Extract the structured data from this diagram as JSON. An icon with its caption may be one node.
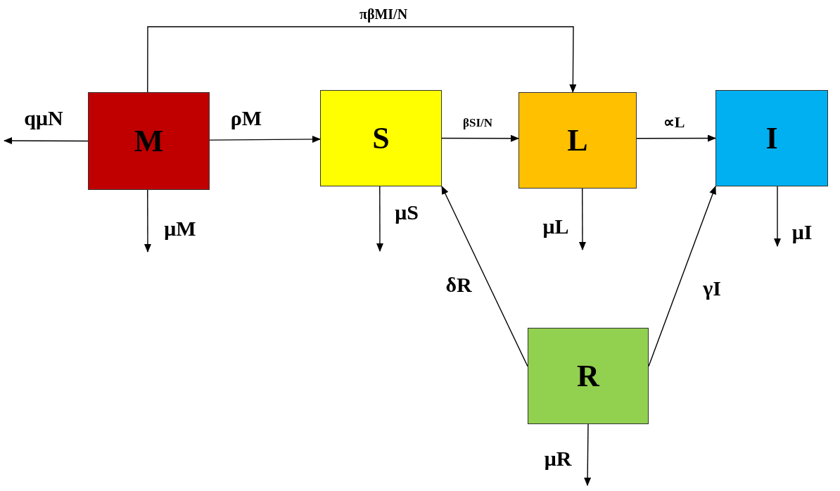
{
  "diagram": {
    "nodes": [
      {
        "text": [
          "M"
        ]
      },
      {
        "text": [
          "S"
        ]
      },
      {
        "text": [
          "L"
        ]
      },
      {
        "text": [
          "I"
        ]
      },
      {
        "text": [
          "R"
        ]
      }
    ],
    "edges": [
      {
        "from": 0,
        "to": 2,
        "arrow": "to",
        "label": "πβMI/N"
      },
      {
        "from": 0,
        "to": 1,
        "arrow": "to",
        "label": "ρM"
      },
      {
        "from": 1,
        "to": 2,
        "arrow": "to",
        "label": "βSI/N"
      },
      {
        "from": 2,
        "to": 3,
        "arrow": "to",
        "label": "∝L"
      },
      {
        "from": 4,
        "to": 1,
        "arrow": "to",
        "label": "δR"
      },
      {
        "from": 4,
        "to": 3,
        "arrow": "to",
        "label": "γI"
      },
      {
        "from": 0,
        "to": null,
        "arrow": "to",
        "label": "qμN"
      },
      {
        "from": 0,
        "to": null,
        "arrow": "to",
        "label": "μM"
      },
      {
        "from": 1,
        "to": null,
        "arrow": "to",
        "label": "μS"
      },
      {
        "from": 2,
        "to": null,
        "arrow": "to",
        "label": "μL"
      },
      {
        "from": 3,
        "to": null,
        "arrow": "to",
        "label": "μI"
      },
      {
        "from": 4,
        "to": null,
        "arrow": "to",
        "label": "μR"
      }
    ]
  }
}
